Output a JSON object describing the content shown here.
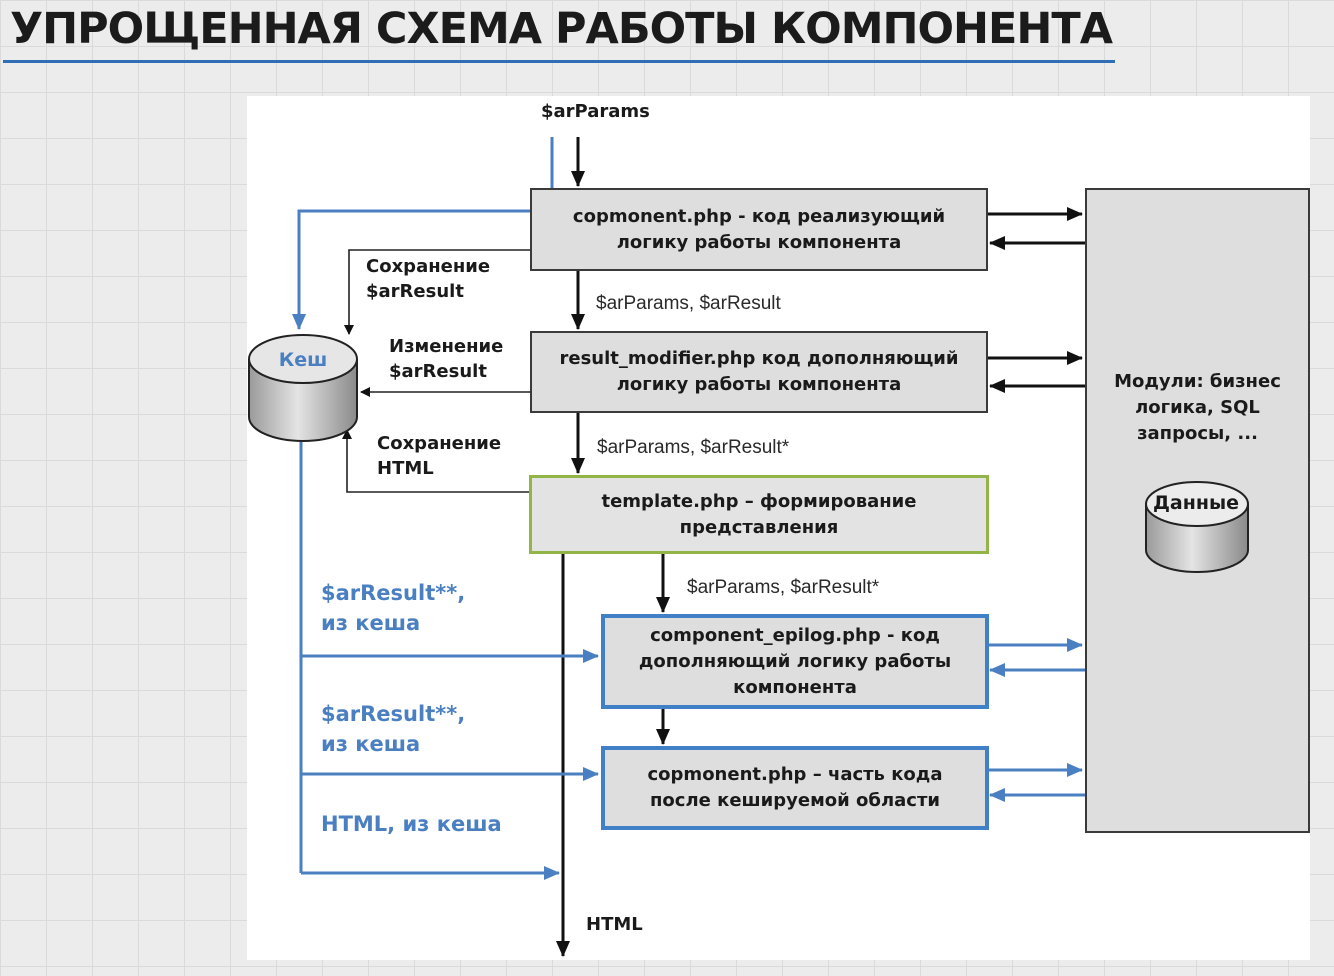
{
  "slide": {
    "title": "УПРОЩЕННАЯ СХЕМА РАБОТЫ КОМПОНЕНТА"
  },
  "diagram": {
    "input_label": "$arParams",
    "output_label": "HTML",
    "boxes": {
      "component": [
        "copmonent.php - код реализующий",
        "логику работы компонента"
      ],
      "result_modifier": [
        "result_modifier.php код дополняющий",
        "логику работы компонента"
      ],
      "template": [
        "template.php – формирование",
        "представления"
      ],
      "epilog": [
        "component_epilog.php - код",
        "дополняющий логику работы",
        "компонента"
      ],
      "after_cache": [
        "copmonent.php – часть кода",
        "после кешируемой области"
      ],
      "modules": [
        "Модули: бизнес",
        "логика, SQL",
        "запросы, ..."
      ]
    },
    "cache_label": "Кеш",
    "data_label": "Данные",
    "flow_labels": {
      "params_result": "$arParams, $arResult",
      "params_result_star_1": "$arParams, $arResult*",
      "params_result_star_2": "$arParams, $arResult*"
    },
    "cache_labels": {
      "save_result": [
        "Сохранение",
        "$arResult"
      ],
      "modify_result": [
        "Изменение",
        "$arResult"
      ],
      "save_html": [
        "Сохранение",
        "HTML"
      ]
    },
    "from_cache_labels": {
      "result_1": [
        "$arResult**,",
        "из кеша"
      ],
      "result_2": [
        "$arResult**,",
        "из кеша"
      ],
      "html": "HTML, из кеша"
    },
    "colors": {
      "blue": "#4a7fc1",
      "black": "#111111",
      "box_fill": "#dedede",
      "green_border": "#93b548",
      "title_rule": "#2f6db5"
    }
  }
}
